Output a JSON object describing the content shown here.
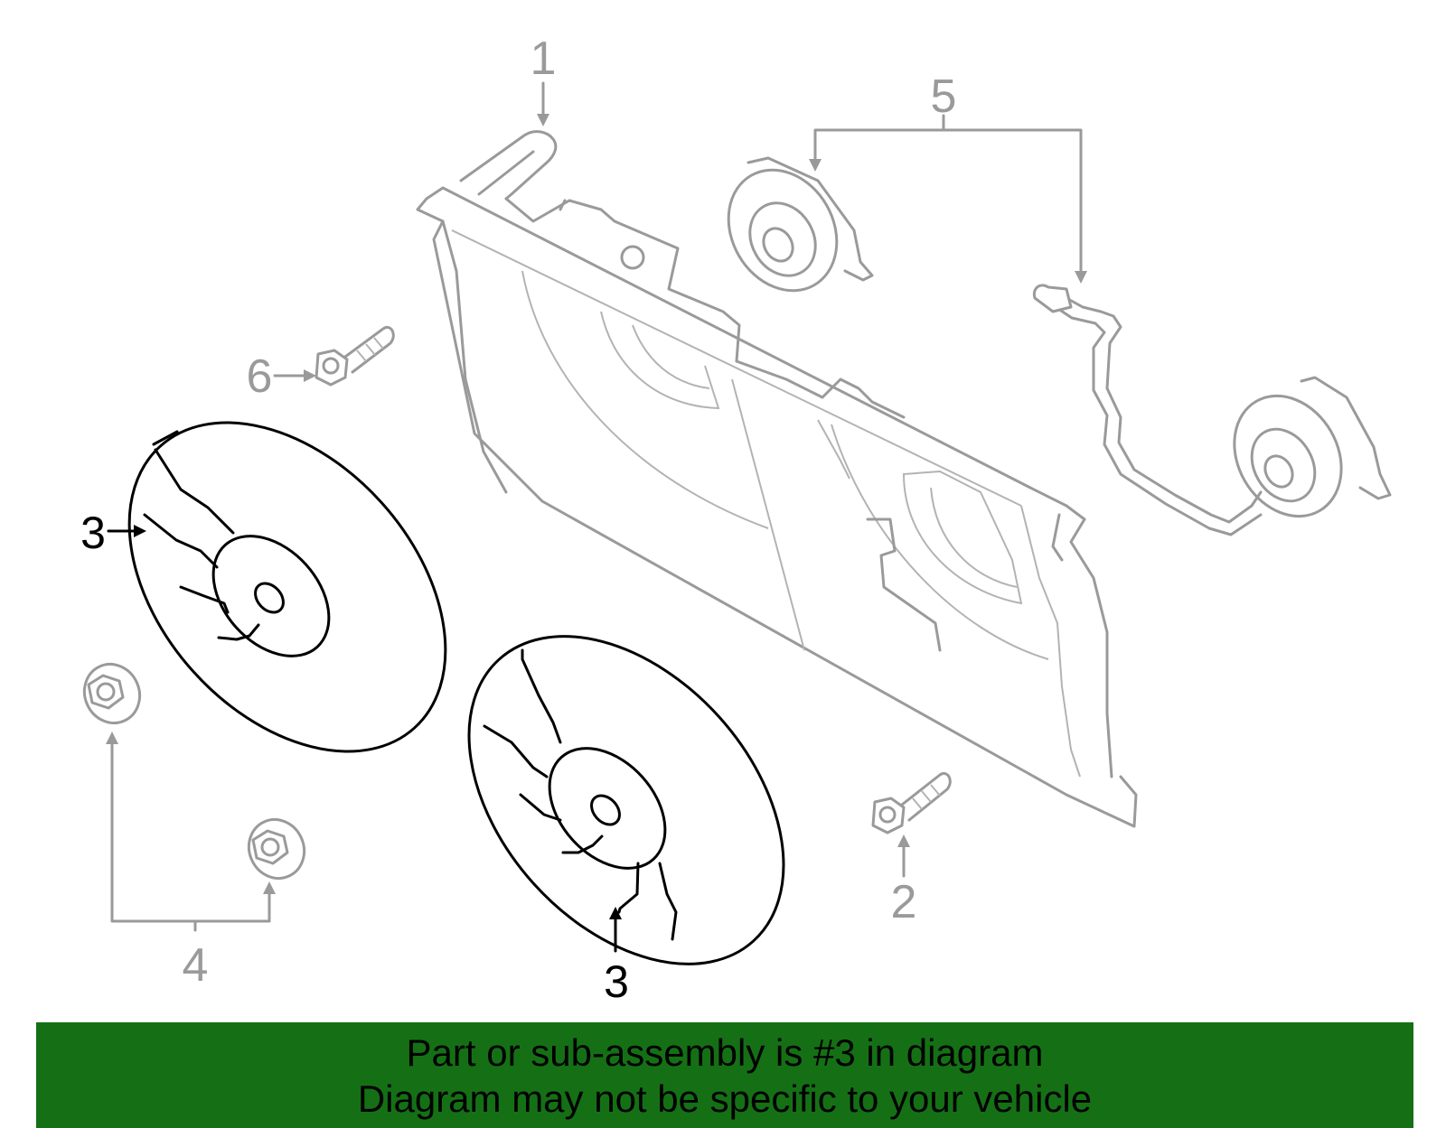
{
  "callouts": {
    "part1": "1",
    "part2": "2",
    "part3_left": "3",
    "part3_bottom": "3",
    "part4": "4",
    "part5": "5",
    "part6": "6"
  },
  "highlighted_part": "3",
  "colors": {
    "banner_bg": "#157015",
    "highlight_line": "#000000",
    "context_line": "#9a9a9a"
  },
  "banner": {
    "line1": "Part or sub-assembly is #3 in diagram",
    "line2": "Diagram may not be specific to your vehicle"
  }
}
